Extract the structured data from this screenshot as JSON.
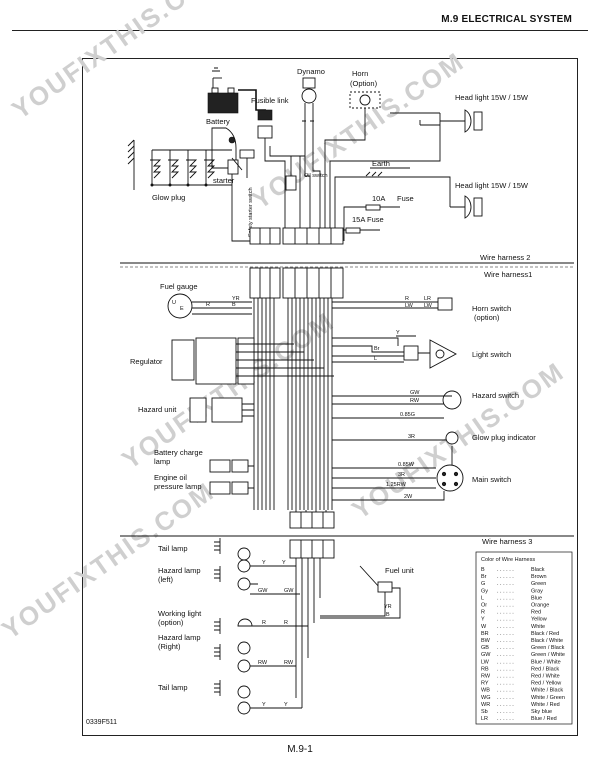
{
  "header": {
    "title": "M.9  ELECTRICAL SYSTEM"
  },
  "footer": {
    "page_number": "M.9-1"
  },
  "figure_code": "0339F511",
  "components": {
    "dynamo": "Dynamo",
    "horn": "Horn",
    "horn_option": "(Option)",
    "fusible_link": "Fusible link",
    "battery": "Battery",
    "starter": "starter",
    "glow_plug": "Glow plug",
    "safety_switch": "Safety starter switch",
    "oil_switch": "Oil switch",
    "earth": "Earth",
    "fuse_10a": "10A",
    "fuse_label": "Fuse",
    "fuse_15a": "15A Fuse",
    "head_light_1": "Head light 15W / 15W",
    "head_light_2": "Head light 15W / 15W",
    "wire_harness_2": "Wire harness 2",
    "wire_harness_1": "Wire harness1",
    "wire_harness_3": "Wire harness 3",
    "fuel_gauge": "Fuel gauge",
    "horn_switch": "Horn switch",
    "horn_switch_option": "(option)",
    "regulator": "Regulator",
    "light_switch": "Light switch",
    "hazard_unit": "Hazard unit",
    "hazard_switch": "Hazard switch",
    "glow_plug_indicator": "Glow plug indicator",
    "battery_charge_lamp_1": "Battery charge",
    "battery_charge_lamp_2": "lamp",
    "engine_oil_lamp_1": "Engine oil",
    "engine_oil_lamp_2": "pressure lamp",
    "main_switch": "Main switch",
    "tail_lamp_top": "Tail lamp",
    "hazard_lamp_left_1": "Hazard lamp",
    "hazard_lamp_left_2": "(left)",
    "fuel_unit": "Fuel unit",
    "working_light_1": "Working light",
    "working_light_2": "(option)",
    "hazard_lamp_right_1": "Hazard lamp",
    "hazard_lamp_right_2": "(Right)",
    "tail_lamp_bottom": "Tail lamp"
  },
  "wire_labels": {
    "yr": "YR",
    "r": "R",
    "b": "B",
    "lr": "LR",
    "lw": "LW",
    "y": "Y",
    "gw": "GW",
    "rw": "RW",
    "g085": "0.85G",
    "r3": "3R",
    "w085": "0.85W",
    "r3b": "3R",
    "rw125": "1.25RW",
    "w2": "2W",
    "br": "Br",
    "l": "L"
  },
  "color_legend": {
    "title": "Color of Wire Harness",
    "rows": [
      {
        "code": "B",
        "color": "Black"
      },
      {
        "code": "Br",
        "color": "Brown"
      },
      {
        "code": "G",
        "color": "Green"
      },
      {
        "code": "Gy",
        "color": "Gray"
      },
      {
        "code": "L",
        "color": "Blue"
      },
      {
        "code": "Or",
        "color": "Orange"
      },
      {
        "code": "R",
        "color": "Red"
      },
      {
        "code": "Y",
        "color": "Yellow"
      },
      {
        "code": "W",
        "color": "White"
      },
      {
        "code": "BR",
        "color": "Black / Red"
      },
      {
        "code": "BW",
        "color": "Black / White"
      },
      {
        "code": "GB",
        "color": "Green / Black"
      },
      {
        "code": "GW",
        "color": "Green / White"
      },
      {
        "code": "LW",
        "color": "Blue / White"
      },
      {
        "code": "RB",
        "color": "Red / Black"
      },
      {
        "code": "RW",
        "color": "Red / White"
      },
      {
        "code": "RY",
        "color": "Red / Yellow"
      },
      {
        "code": "WB",
        "color": "White / Black"
      },
      {
        "code": "WG",
        "color": "White / Green"
      },
      {
        "code": "WR",
        "color": "White / Red"
      },
      {
        "code": "Sb",
        "color": "Sky blue"
      },
      {
        "code": "LR",
        "color": "Blue / Red"
      }
    ]
  },
  "watermarks": [
    "YOUFIXTHIS.COM"
  ]
}
